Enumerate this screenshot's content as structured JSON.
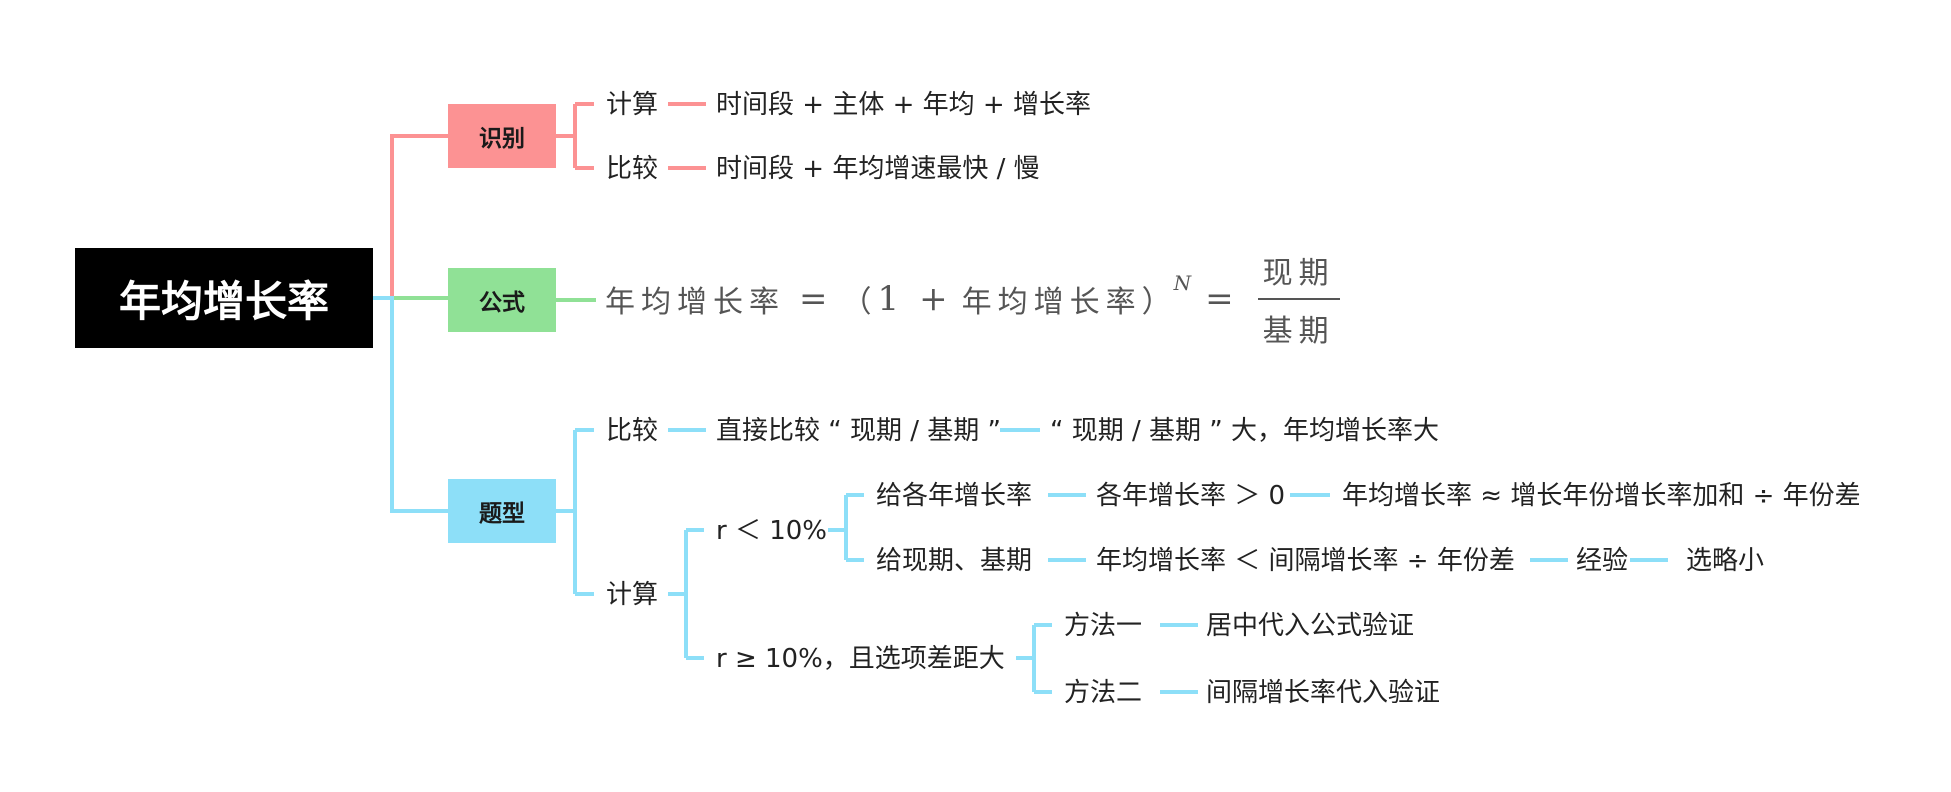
{
  "root": {
    "title": "年均增长率"
  },
  "colors": {
    "red": "#fc9293",
    "green": "#90e196",
    "blue": "#8ddff8",
    "root_bg": "#000000"
  },
  "identify": {
    "label": "识别",
    "calc": {
      "label": "计算",
      "text": "时间段 + 主体 + 年均 + 增长率"
    },
    "compare": {
      "label": "比较",
      "text": "时间段 + 年均增速最快 / 慢"
    }
  },
  "formula": {
    "label": "公式",
    "lhs": "年均增长率",
    "eq": "=",
    "open": "（",
    "one": "1",
    "plus": "+",
    "inner": "年均增长率",
    "close": "）",
    "exp": "N",
    "eq2": "=",
    "numerator": "现期",
    "denominator": "基期"
  },
  "types": {
    "label": "题型",
    "compare": {
      "label": "比较",
      "step1": "直接比较 “ 现期 / 基期 ”",
      "step2": "“ 现期 / 基期 ” 大，年均增长率大"
    },
    "calc": {
      "label": "计算",
      "small": {
        "label": "r ＜ 10%",
        "a": {
          "label": "给各年增长率",
          "cond": "各年增长率 ＞ 0",
          "result": "年均增长率 ≈ 增长年份增长率加和 ÷ 年份差"
        },
        "b": {
          "label": "给现期、基期",
          "cond": "年均增长率 ＜ 间隔增长率 ÷ 年份差",
          "exp": "经验",
          "result": "选略小"
        }
      },
      "large": {
        "label": "r ≥ 10%，且选项差距大",
        "m1": {
          "label": "方法一",
          "text": "居中代入公式验证"
        },
        "m2": {
          "label": "方法二",
          "text": "间隔增长率代入验证"
        }
      }
    }
  }
}
